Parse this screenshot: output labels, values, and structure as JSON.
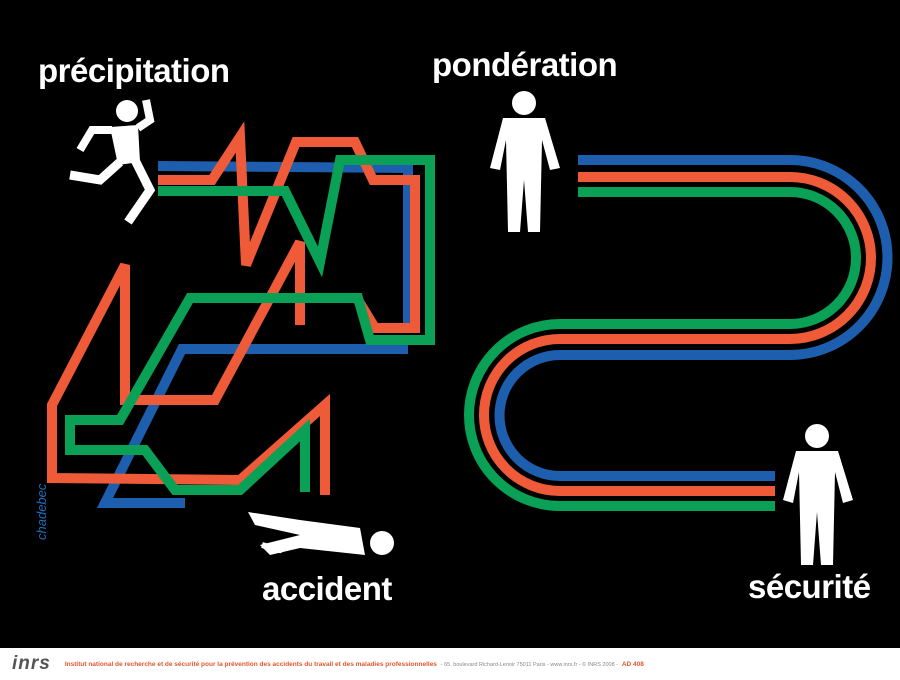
{
  "poster": {
    "words": [
      "précipitation",
      "pondération",
      "accident",
      "sécurité"
    ],
    "signature": "chadebec"
  },
  "footer": {
    "logo": "inrs",
    "institute": "Institut national de recherche et de sécurité pour la prévention des accidents du travail et des maladies professionnelles",
    "address": "- 65, boulevard Richard-Lenoir 75011 Paris - www.inrs.fr - © INRS 2008 -",
    "code": "AD 408"
  },
  "colors": {
    "blue": "#1d5fae",
    "orange": "#ef5a38",
    "green": "#0aa055",
    "background": "#000000"
  }
}
